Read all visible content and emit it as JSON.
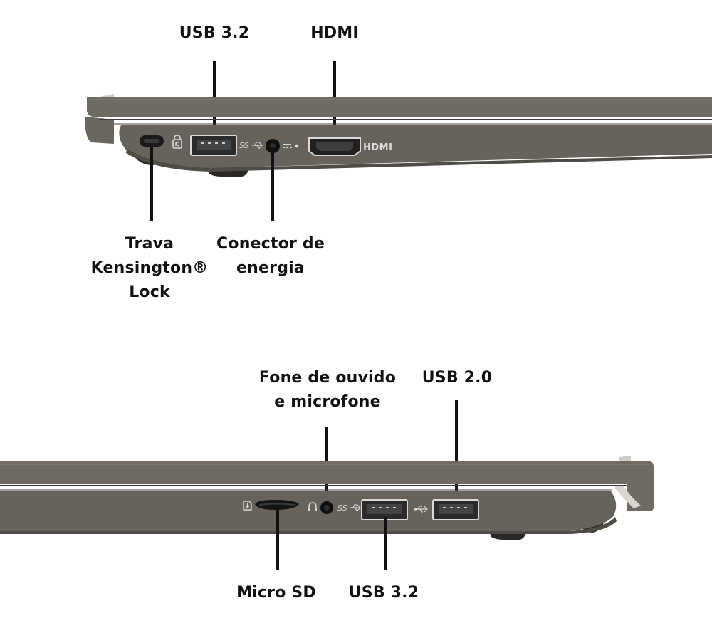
{
  "top_view": {
    "labels": {
      "usb32": "USB 3.2",
      "hdmi": "HDMI",
      "kensington": [
        "Trava",
        "Kensington®",
        "Lock"
      ],
      "power": [
        "Conector de",
        "energia"
      ]
    },
    "port_marks": {
      "ss": "SS",
      "hdmi": "HDMI"
    }
  },
  "bottom_view": {
    "labels": {
      "headphone": [
        "Fone de ouvido",
        "e microfone"
      ],
      "usb20": "USB 2.0",
      "microsd": "Micro SD",
      "usb32": "USB 3.2"
    },
    "port_marks": {
      "ss": "SS"
    }
  },
  "colors": {
    "chassis": "#67625c",
    "chassis_dark": "#45413c",
    "port": "#1c1c1c",
    "text": "#111111"
  }
}
